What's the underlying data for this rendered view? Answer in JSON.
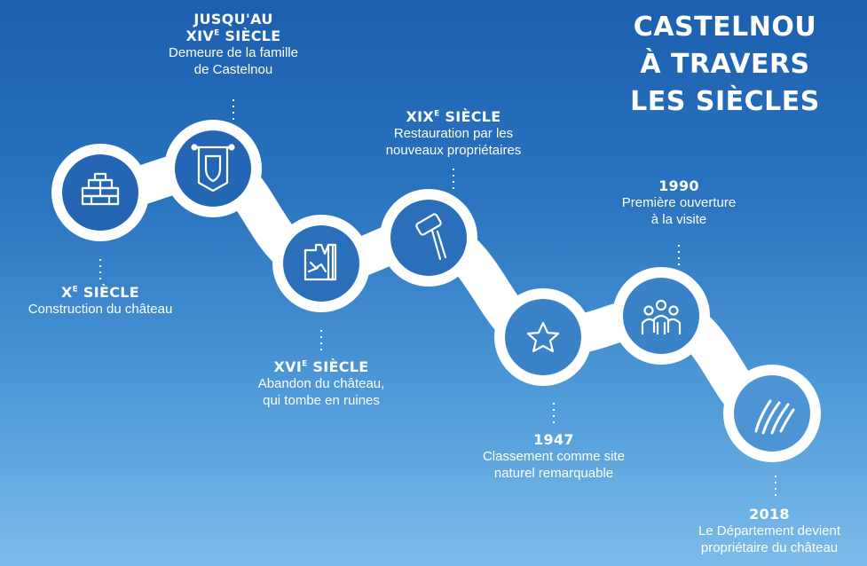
{
  "title": {
    "line1": "CASTELNOU",
    "line2": "À TRAVERS",
    "line3": "LES SIÈCLES"
  },
  "colors": {
    "background_top": "#1c5fae",
    "background_bottom": "#7cbcea",
    "line": "#ffffff",
    "node_fill": "#2466b3"
  },
  "events": [
    {
      "period_main": "X",
      "period_sup": "E",
      "period_rest": " SIÈCLE",
      "description": "Construction du château",
      "icon": "bricks-icon"
    },
    {
      "period_pre": "JUSQU'AU",
      "period_main": "XIV",
      "period_sup": "E",
      "period_rest": " SIÈCLE",
      "description_1": "Demeure de la famille",
      "description_2": "de Castelnou",
      "icon": "banner-shield-icon"
    },
    {
      "period_main": "XVI",
      "period_sup": "E",
      "period_rest": " SIÈCLE",
      "description_1": "Abandon du château,",
      "description_2": "qui tombe en ruines",
      "icon": "ruins-icon"
    },
    {
      "period_main": "XIX",
      "period_sup": "E",
      "period_rest": " SIÈCLE",
      "description_1": "Restauration par les",
      "description_2": "nouveaux propriétaires",
      "icon": "mallet-icon"
    },
    {
      "period": "1947",
      "description_1": "Classement comme site",
      "description_2": "naturel remarquable",
      "icon": "star-icon"
    },
    {
      "period": "1990",
      "description_1": "Première ouverture",
      "description_2": "à la visite",
      "icon": "visitors-icon"
    },
    {
      "period": "2018",
      "description_1": "Le Département devient",
      "description_2": "propriétaire du château",
      "icon": "scratch-marks-icon"
    }
  ]
}
